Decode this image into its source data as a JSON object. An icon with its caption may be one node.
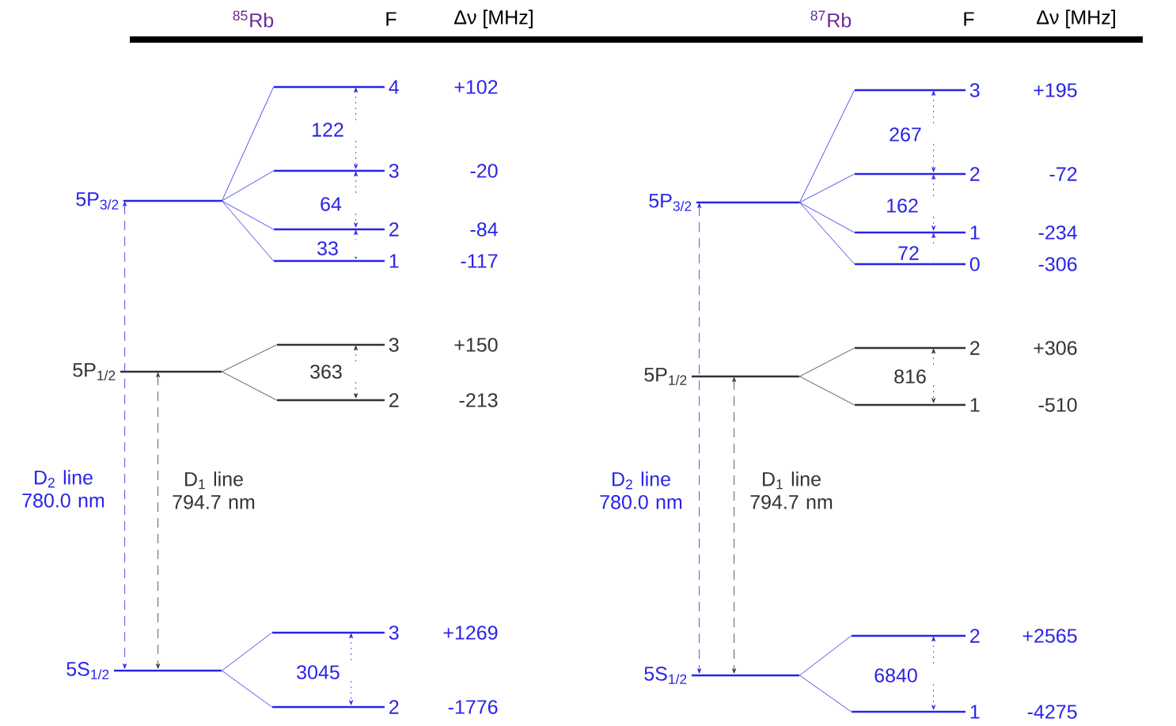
{
  "diagram": {
    "nodes": [
      {
        "text": [
          "5P$_{3/2}$"
        ]
      },
      {
        "text": [
          "4"
        ]
      },
      {
        "text": [
          "3"
        ]
      },
      {
        "text": [
          "2"
        ]
      },
      {
        "text": [
          "1"
        ]
      },
      {
        "text": [
          "5P$_{1/2}$"
        ]
      },
      {
        "text": [
          "3"
        ]
      },
      {
        "text": [
          "2"
        ]
      },
      {
        "text": [
          "5S$_{1/2}$"
        ]
      },
      {
        "text": [
          "3"
        ]
      },
      {
        "text": [
          "2"
        ]
      },
      {
        "text": [
          "5P$_{3/2}$"
        ]
      },
      {
        "text": [
          "3"
        ]
      },
      {
        "text": [
          "2"
        ]
      },
      {
        "text": [
          "1"
        ]
      },
      {
        "text": [
          "0"
        ]
      },
      {
        "text": [
          "5P$_{1/2}$"
        ]
      },
      {
        "text": [
          "2"
        ]
      },
      {
        "text": [
          "1"
        ]
      },
      {
        "text": [
          "5S$_{1/2}$"
        ]
      },
      {
        "text": [
          "2"
        ]
      },
      {
        "text": [
          "1"
        ]
      }
    ],
    "edges": [
      {
        "from": 0,
        "to": 1,
        "arrow": "none"
      },
      {
        "from": 0,
        "to": 2,
        "arrow": "none"
      },
      {
        "from": 0,
        "to": 3,
        "arrow": "none"
      },
      {
        "from": 0,
        "to": 4,
        "arrow": "none"
      },
      {
        "from": 5,
        "to": 6,
        "arrow": "none",
        "color": "#333333"
      },
      {
        "from": 5,
        "to": 7,
        "arrow": "none",
        "color": "#333333"
      },
      {
        "from": 8,
        "to": 9,
        "arrow": "none"
      },
      {
        "from": 8,
        "to": 10,
        "arrow": "none"
      },
      {
        "from": 0,
        "to": 8,
        "arrow": "both",
        "style": "dashed",
        "label": "D$_{2}$ line 780.0 nm"
      },
      {
        "from": 5,
        "to": 8,
        "arrow": "both",
        "style": "dashed",
        "color": "#333333",
        "label": "D$_{1}$ line 794.7 nm"
      },
      {
        "from": 11,
        "to": 12,
        "arrow": "none"
      },
      {
        "from": 11,
        "to": 13,
        "arrow": "none"
      },
      {
        "from": 11,
        "to": 14,
        "arrow": "none"
      },
      {
        "from": 11,
        "to": 15,
        "arrow": "none"
      },
      {
        "from": 16,
        "to": 17,
        "arrow": "none",
        "color": "#333333"
      },
      {
        "from": 16,
        "to": 18,
        "arrow": "none",
        "color": "#333333"
      },
      {
        "from": 19,
        "to": 20,
        "arrow": "none"
      },
      {
        "from": 19,
        "to": 21,
        "arrow": "none"
      },
      {
        "from": 11,
        "to": 19,
        "arrow": "both",
        "style": "dashed",
        "label": "D$_{2}$ line 780.0 nm"
      },
      {
        "from": 16,
        "to": 19,
        "arrow": "both",
        "style": "dashed",
        "color": "#333333",
        "label": "D$_{1}$ line 794.7 nm"
      },
      {
        "from": 1,
        "to": 2,
        "arrow": "both",
        "style": "dashed",
        "label": "122"
      },
      {
        "from": 2,
        "to": 3,
        "arrow": "both",
        "style": "dashed",
        "label": "64"
      },
      {
        "from": 3,
        "to": 4,
        "arrow": "both",
        "style": "dashed",
        "label": "33"
      },
      {
        "from": 6,
        "to": 7,
        "arrow": "both",
        "style": "dashed",
        "color": "#333333",
        "label": "363"
      },
      {
        "from": 9,
        "to": 10,
        "arrow": "both",
        "style": "dashed",
        "label": "3045"
      },
      {
        "from": 12,
        "to": 13,
        "arrow": "both",
        "style": "dashed",
        "label": "267"
      },
      {
        "from": 13,
        "to": 14,
        "arrow": "both",
        "style": "dashed",
        "label": "162"
      },
      {
        "from": 14,
        "to": 15,
        "arrow": "both",
        "style": "dashed",
        "label": "72"
      },
      {
        "from": 17,
        "to": 18,
        "arrow": "both",
        "style": "dashed",
        "color": "#333333",
        "label": "816"
      },
      {
        "from": 20,
        "to": 21,
        "arrow": "both",
        "style": "dashed",
        "label": "6840"
      }
    ],
    "labels": [
      "$^{85}$Rb",
      "F",
      "Δν [MHz]",
      "$^{87}$Rb",
      "F",
      "Δν [MHz]",
      "+102",
      "-20",
      "-84",
      "-117",
      "+150",
      "-213",
      "+1269",
      "-1776",
      "+195",
      "-72",
      "-234",
      "-306",
      "+306",
      "-510",
      "+2565",
      "-4275"
    ]
  }
}
